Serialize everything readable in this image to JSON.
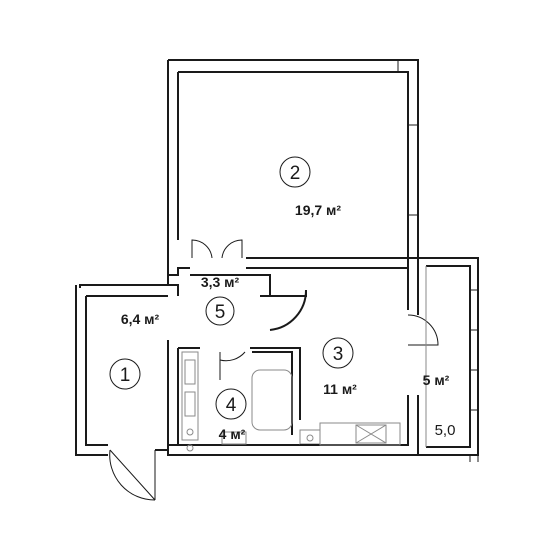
{
  "rooms": [
    {
      "id": "1",
      "number": "1",
      "area": "6,4 м²"
    },
    {
      "id": "2",
      "number": "2",
      "area": "19,7 м²"
    },
    {
      "id": "3",
      "number": "3",
      "area": "11 м²"
    },
    {
      "id": "4",
      "number": "4",
      "area": "4 м²"
    },
    {
      "id": "5",
      "number": "5",
      "area": "3,3 м²"
    },
    {
      "id": "balcony",
      "area": "5 м²",
      "extra": "5,0"
    }
  ],
  "colors": {
    "line": "#1a1a1a",
    "fixture": "#8a8a8a",
    "background": "#ffffff"
  }
}
